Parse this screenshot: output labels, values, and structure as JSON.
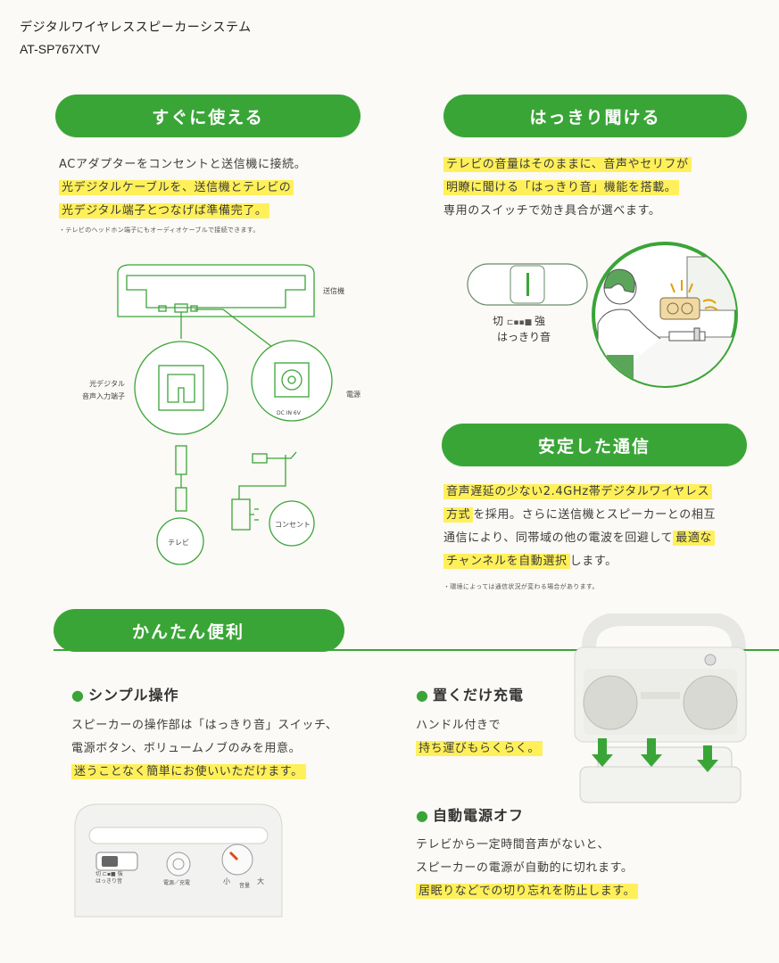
{
  "header": {
    "title": "デジタルワイヤレススピーカーシステム",
    "model": "AT-SP767XTV"
  },
  "sections": {
    "instant": {
      "heading": "すぐに使える",
      "lines": [
        "ACアダプターをコンセントと送信機に接続。",
        "光デジタルケーブルを、送信機とテレビの",
        "光デジタル端子とつなげば準備完了。"
      ],
      "note": "・テレビのヘッドホン端子にもオーディオケーブルで接続できます。"
    },
    "clear": {
      "heading": "はっきり聞ける",
      "lines": [
        "テレビの音量はそのままに、音声やセリフが",
        "明瞭に聞ける「はっきり音」機能を搭載。",
        "専用のスイッチで効き具合が選べます。"
      ]
    },
    "stable": {
      "heading": "安定した通信",
      "lines": [
        "音声遅延の少ない2.4GHz帯デジタルワイヤレス",
        "方式",
        "を採用。さらに送信機とスピーカーとの相互",
        "通信により、同帯域の他の電波を回避して",
        "最適な",
        "チャンネルを自動選択",
        "します。"
      ],
      "note": "・環境によっては通信状況が変わる場合があります。"
    },
    "convenient": {
      "heading": "かんたん便利",
      "simple": {
        "title": "シンプル操作",
        "lines": [
          "スピーカーの操作部は「はっきり音」スイッチ、",
          "電源ボタン、ボリュームノブのみを用意。",
          "迷うことなく簡単にお使いいただけます。"
        ]
      },
      "charge": {
        "title": "置くだけ充電",
        "lines": [
          "ハンドル付きで",
          "持ち運びもらくらく。"
        ]
      },
      "autooff": {
        "title": "自動電源オフ",
        "lines": [
          "テレビから一定時間音声がないと、",
          "スピーカーの電源が自動的に切れます。",
          "居眠りなどでの切り忘れを防止します。"
        ]
      }
    }
  },
  "diagram": {
    "transmitter": "送信機",
    "optical_in": [
      "光デジタル",
      "音声入力端子"
    ],
    "power": "電源",
    "dc_in": "DC IN  6V",
    "tv": "テレビ",
    "outlet": "コンセント"
  },
  "switch_diagram": {
    "off": "切",
    "strong": "強",
    "label": "はっきり音"
  },
  "control_panel": {
    "switch_off": "切",
    "switch_strong": "強",
    "switch_label": "はっきり音",
    "power_label": "電源／充電",
    "vol_small": "小",
    "vol_large": "大",
    "vol_label": "音量"
  },
  "colors": {
    "brand_green": "#3aa537",
    "highlight": "#fff05a",
    "background": "#fbfaf6"
  }
}
